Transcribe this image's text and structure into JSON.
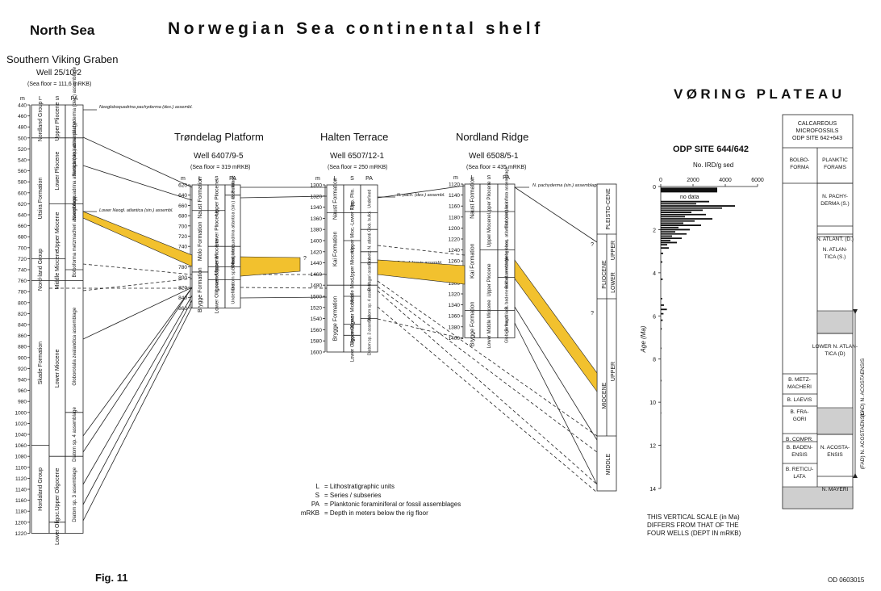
{
  "titles": {
    "north_sea": "North Sea",
    "shelf": "Norwegian Sea continental shelf",
    "voring": "VØRING PLATEAU",
    "fig": "Fig. 11",
    "code": "OD 0603015"
  },
  "units": {
    "m": "m",
    "L": "L",
    "S": "S",
    "PA": "PA"
  },
  "colors": {
    "yellow": "#f2c12e",
    "grey": "#cfcfcf",
    "line": "#222222"
  },
  "wells": [
    {
      "name": "Southern Viking Graben",
      "well": "Well 25/10-2",
      "sea": "(Sea floor = 111,6 mRKB)",
      "ticks": [
        "440",
        "460",
        "480",
        "500",
        "520",
        "540",
        "560",
        "580",
        "600",
        "620",
        "640",
        "660",
        "680",
        "700",
        "720",
        "740",
        "760",
        "780",
        "800",
        "820",
        "840",
        "860",
        "880",
        "900",
        "920",
        "940",
        "960",
        "980",
        "1000",
        "1020",
        "1040",
        "1060",
        "1080",
        "1100",
        "1120",
        "1140",
        "1160",
        "1180",
        "1200",
        "1220"
      ],
      "lith": [
        "Nordland Group",
        "Utsira Formation",
        "Nord-land Group",
        "Skade Formation",
        "Hordaland Group"
      ],
      "series": [
        "Upper Pliocene",
        "Lower Pliocene",
        "Upper Miocene",
        "Middle Miocene",
        "Lower Miocene",
        "Upper Oligocene",
        "Lower Oligoc."
      ],
      "pa": [
        "Neogloboquadrina pachyderma (dex.) assemblage",
        "Neogloboquadrina atlantica (sin.) assemblage",
        "Bolboforma metzmacheri assemblage",
        "Globorotalia zealandica assemblage",
        "Diatom sp. 4 assemblage",
        "Diatom sp. 3 assemblage"
      ],
      "notes": [
        "Neogloboquadrina pachyderma (dex.) assembl.",
        "Lower Neogl. atlantica (sin.) assembl."
      ]
    },
    {
      "name": "Trøndelag Platform",
      "well": "Well 6407/9-5",
      "sea": "(Sea floor = 319 mRKB)",
      "ticks": [
        "620",
        "640",
        "660",
        "680",
        "700",
        "720",
        "740",
        "760",
        "780",
        "800",
        "820",
        "840",
        "860"
      ],
      "lith": [
        "Naust Formation",
        "Molo Formation",
        "Brygge Formation"
      ],
      "series": [
        "Upper Pliocene",
        "Lower Pliocene",
        "Upper Miocene",
        "Lower Miocene",
        "Lower Oligocene"
      ],
      "pa": [
        "G. Bulloi.",
        "Neogloboquadrina atlantica (sin.) assemblage",
        "Bolbof. metz.",
        "Diatom sp. 4 ass.",
        "Undefined"
      ]
    },
    {
      "name": "Halten Terrace",
      "well": "Well 6507/12-1",
      "sea": "(Sea floor = 250 mRKB)",
      "ticks": [
        "1300",
        "1320",
        "1340",
        "1360",
        "1380",
        "1400",
        "1420",
        "1440",
        "1460",
        "1480",
        "1500",
        "1520",
        "1540",
        "1560",
        "1580",
        "1600"
      ],
      "lith": [
        "Naust Formation",
        "Kai Formation",
        "Brygge Formation"
      ],
      "series": [
        "Upp. Plio.",
        "Upper Mioc.-Lower Plio.",
        "Upper Miocene",
        "Middle Mioc.",
        "Lower Miocene",
        "Upper Oligoc.",
        "Lower Oligocene"
      ],
      "pa": [
        "Undefined",
        "Glob. bulloi.",
        "N. atlanti.",
        "B. metz.",
        "B. fragori assembl.",
        "Diatom sp. 4 assembl.",
        "Diatom sp. 3 assembl."
      ],
      "notes": [
        "N. pach. (dex.) assembl.",
        "Bolbof. laevis assembl."
      ]
    },
    {
      "name": "Nordland Ridge",
      "well": "Well 6508/5-1",
      "sea": "(Sea floor = 435 mRKB)",
      "ticks": [
        "1120",
        "1140",
        "1160",
        "1180",
        "1200",
        "1220",
        "1240",
        "1260",
        "1280",
        "1300",
        "1320",
        "1340",
        "1360",
        "1380",
        "1400"
      ],
      "lith": [
        "Naust Formation",
        "Kai Formation",
        "Brygge Formation"
      ],
      "series": [
        "Upper Pliocene",
        "Upper Miocene",
        "Upper Pliocene",
        "Lower Middle Miocene"
      ],
      "pa": [
        "Globorotalia inflata assemblage",
        "Neogloboq. atlantica (sin.) ass.",
        "Bolbof. metzmacheri ass.",
        "B. fragori - B. badenensis assemblage",
        "Globigerina cf. ass."
      ],
      "notes": [
        "N. pachyderma (sin.) assemblage"
      ]
    }
  ],
  "epochs": [
    "PLEISTO-CENE",
    "PLIOCENE",
    "UPPER",
    "LOWER",
    "MIOCENE",
    "UPPER",
    "MIDDLE"
  ],
  "odp": {
    "title": "ODP SITE 644/642",
    "axis_label": "No. IRD/g sed",
    "xticks": [
      "0",
      "2000",
      "4000",
      "6000"
    ],
    "no_data": "no data",
    "age_label": "Age (Ma)",
    "yticks": [
      "0",
      "2",
      "4",
      "6",
      "8",
      "10",
      "12",
      "14"
    ],
    "note": "THIS VERTICAL SCALE (in Ma) DIFFERS FROM THAT OF THE FOUR WELLS (DEPT IN mRKB)"
  },
  "calc": {
    "title": "CALCAREOUS MICROFOSSILS ODP SITE 642+643",
    "col_bolbo": "BOLBO-FORMA",
    "col_planktic": "PLANKTIC FORAMS",
    "bolbo_zones": [
      "B. METZ-MACHERI",
      "B. LAEVIS",
      "B. FRA-GORI",
      "B. COMPR.",
      "B. BADEN-ENSIS",
      "B. RETICU-LATA"
    ],
    "planktic_zones": [
      "N. PACHY-DERMA (S.)",
      "N. ATLANT. (D.)",
      "N. ATLAN-TICA (S.)",
      "LOWER N. ATLAN-TICA (D)",
      "N. ACOSTA-ENSIS",
      "N. MAYERI"
    ],
    "side_labels": [
      "(LAD) N. ACOSTAENSIS",
      "(FAD) N. ACOSTAENSIS"
    ]
  },
  "legend": [
    {
      "k": "L",
      "v": "= Lithostratigraphic units"
    },
    {
      "k": "S",
      "v": "= Series / subseries"
    },
    {
      "k": "PA",
      "v": "= Planktonic foraminiferal or fossil assemblages"
    },
    {
      "k": "mRKB",
      "v": "= Depth in meters below the rig floor"
    }
  ]
}
